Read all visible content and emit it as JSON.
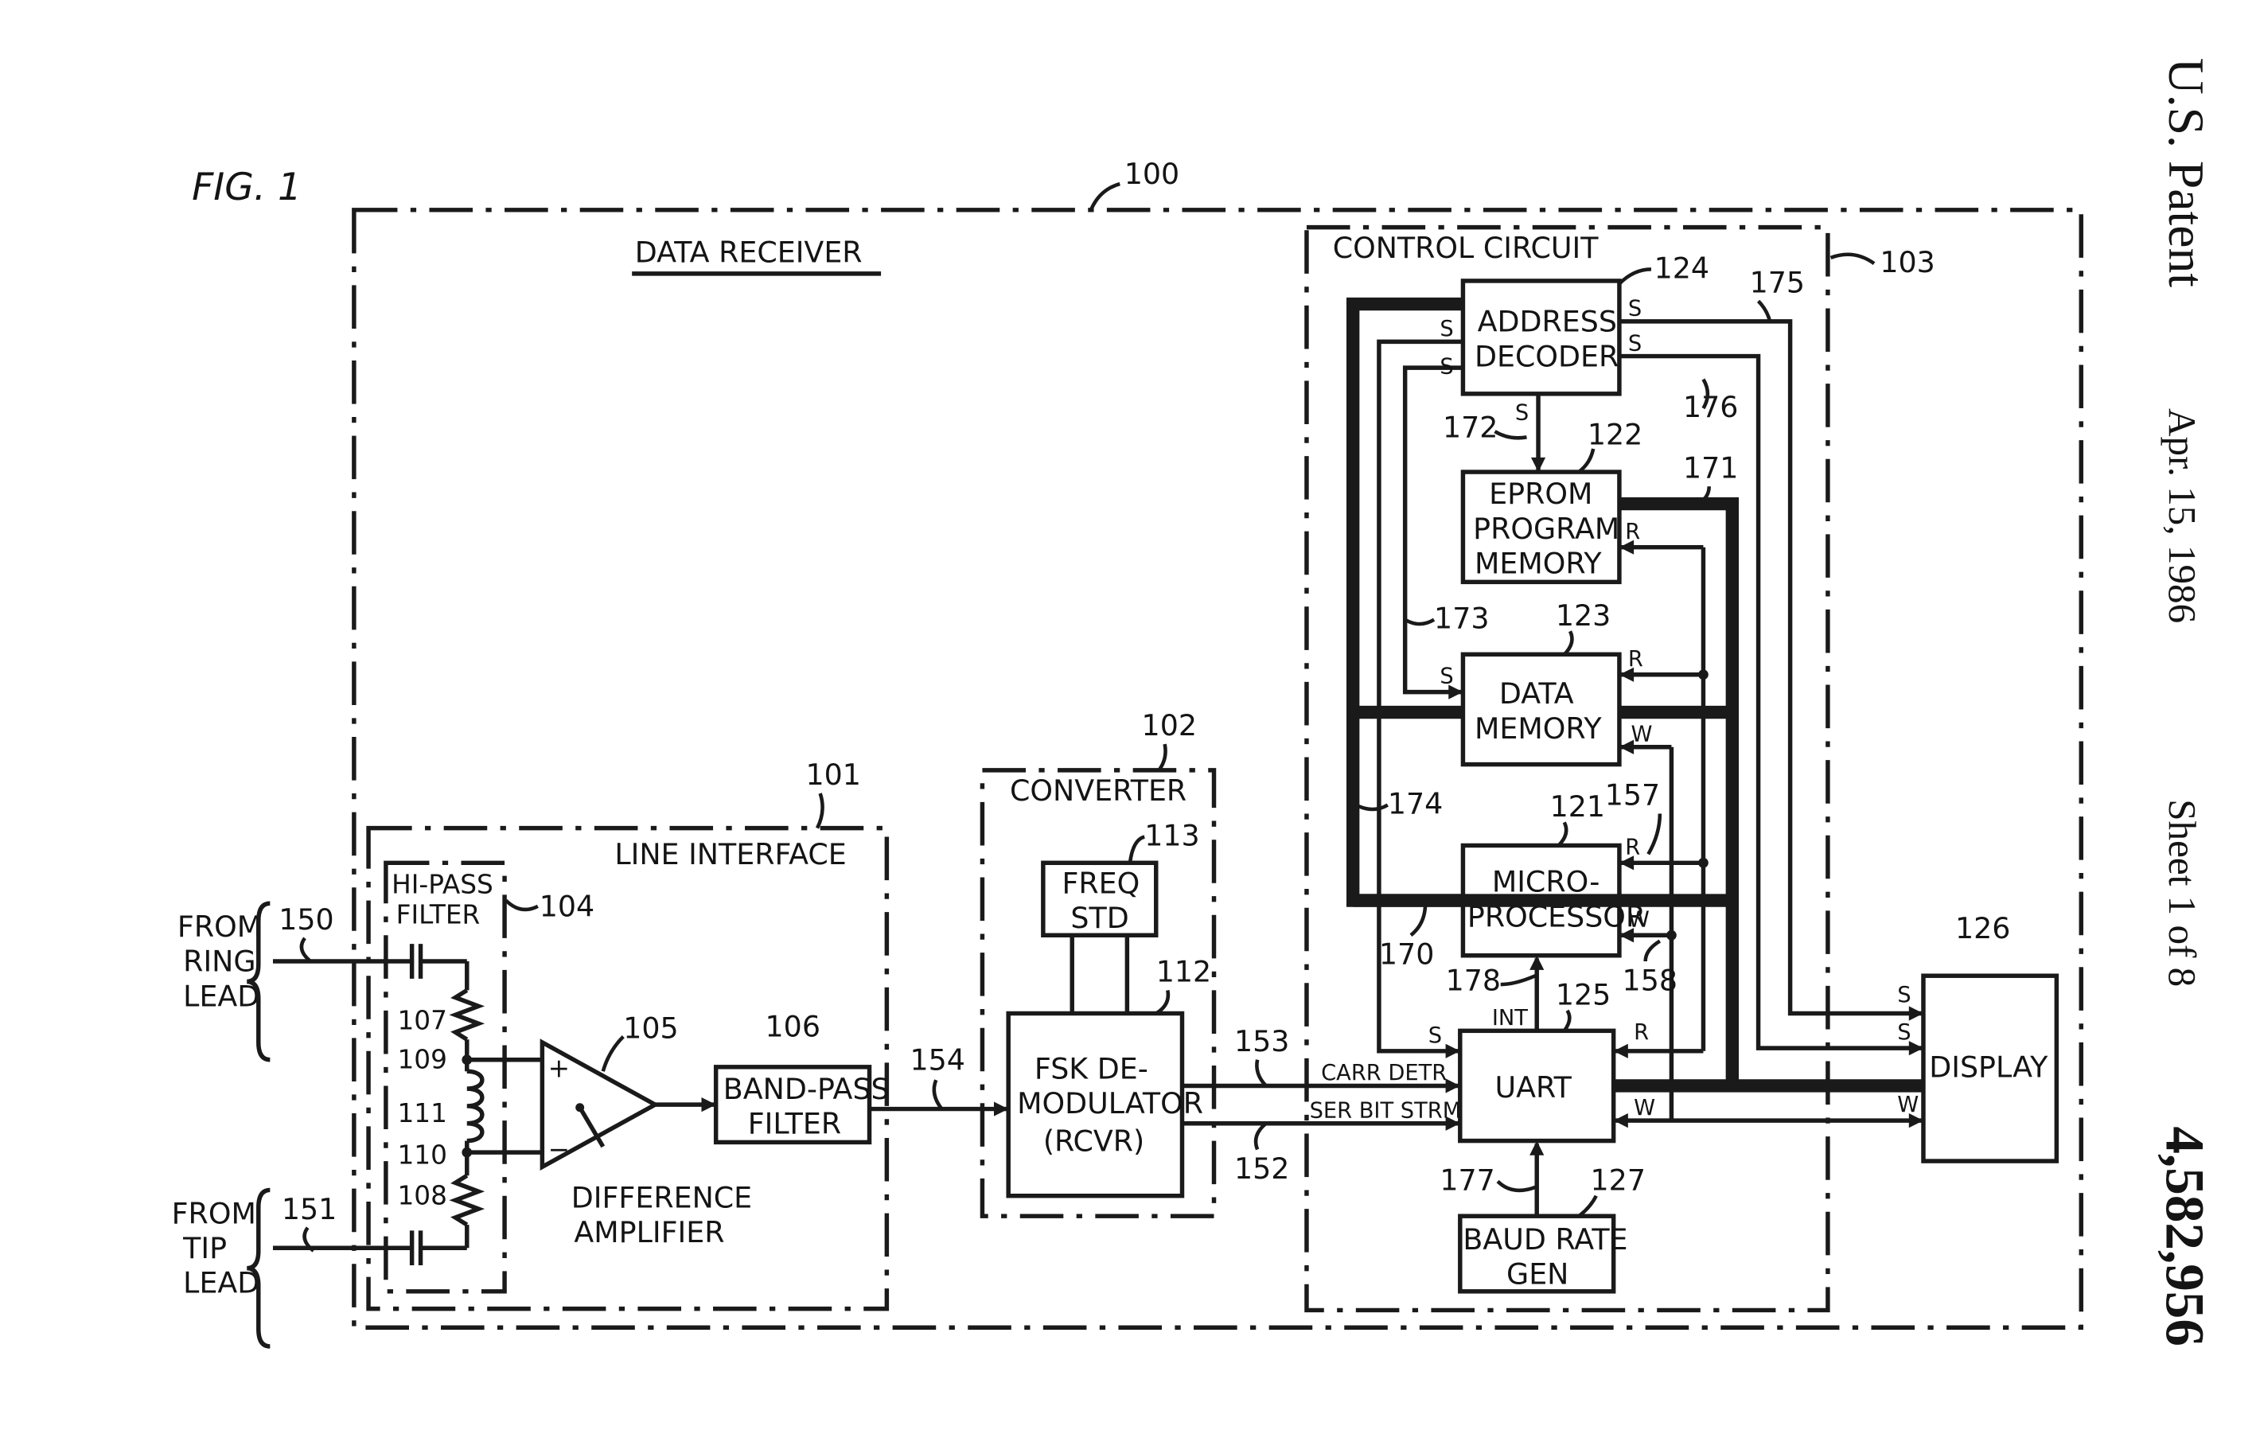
{
  "header": {
    "title": "U.S. Patent",
    "date": "Apr. 15, 1986",
    "sheet": "Sheet 1 of 8",
    "patent_number": "4,582,956"
  },
  "figure": {
    "label": "FIG. 1"
  },
  "refs": {
    "r100": "100",
    "r101": "101",
    "r102": "102",
    "r103": "103",
    "r104": "104",
    "r105": "105",
    "r106": "106",
    "r107": "107",
    "r108": "108",
    "r109": "109",
    "r110": "110",
    "r111": "111",
    "r112": "112",
    "r113": "113",
    "r121": "121",
    "r122": "122",
    "r123": "123",
    "r124": "124",
    "r125": "125",
    "r126": "126",
    "r127": "127",
    "r150": "150",
    "r151": "151",
    "r152": "152",
    "r153": "153",
    "r154": "154",
    "r157": "157",
    "r158": "158",
    "r170": "170",
    "r171": "171",
    "r172": "172",
    "r173": "173",
    "r174": "174",
    "r175": "175",
    "r176": "176",
    "r177": "177",
    "r178": "178"
  },
  "labels": {
    "data_receiver": "DATA RECEIVER",
    "control_circuit": "CONTROL CIRCUIT",
    "line_interface": "LINE INTERFACE",
    "converter": "CONVERTER",
    "hipass_1": "HI-PASS",
    "hipass_2": "FILTER",
    "diff_amp_1": "DIFFERENCE",
    "diff_amp_2": "AMPLIFIER",
    "bandpass_1": "BAND-PASS",
    "bandpass_2": "FILTER",
    "freq_std_1": "FREQ",
    "freq_std_2": "STD",
    "fsk_1": "FSK DE-",
    "fsk_2": "MODULATOR",
    "fsk_3": "(RCVR)",
    "addr_dec_1": "ADDRESS",
    "addr_dec_2": "DECODER",
    "eprom_1": "EPROM",
    "eprom_2": "PROGRAM",
    "eprom_3": "MEMORY",
    "data_mem_1": "DATA",
    "data_mem_2": "MEMORY",
    "micro_1": "MICRO-",
    "micro_2": "PROCESSOR",
    "uart": "UART",
    "baud_1": "BAUD RATE",
    "baud_2": "GEN",
    "display": "DISPLAY",
    "ring_1": "FROM",
    "ring_2": "RING",
    "ring_3": "LEAD",
    "tip_1": "FROM",
    "tip_2": "TIP",
    "tip_3": "LEAD",
    "carr_detr": "CARR DETR",
    "ser_bit": "SER BIT STRM",
    "int": "INT",
    "plus": "+",
    "minus": "−",
    "pin_s": "S",
    "pin_r": "R",
    "pin_w": "W"
  }
}
